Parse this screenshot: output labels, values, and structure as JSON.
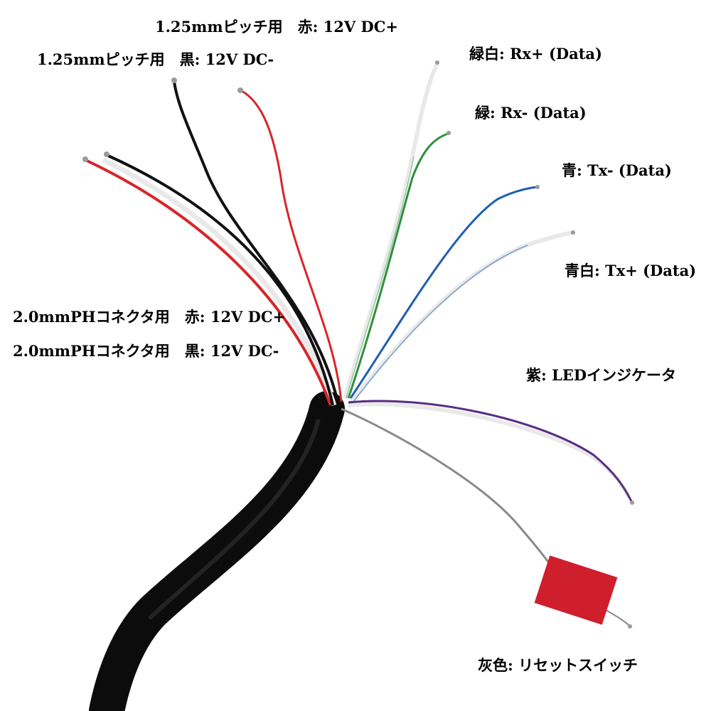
{
  "labels": {
    "pitch125_red": "1.25mmピッチ用　赤: 12V DC+",
    "pitch125_black": "1.25mmピッチ用　黒: 12V DC-",
    "green_white": "緑白: Rx+ (Data)",
    "green": "緑: Rx- (Data)",
    "blue": "青: Tx- (Data)",
    "blue_white": "青白: Tx+ (Data)",
    "ph20_red": "2.0mmPHコネクタ用　赤: 12V DC+",
    "ph20_black": "2.0mmPHコネクタ用　黒: 12V DC-",
    "purple": "紫: LEDインジケータ",
    "gray": "灰色: リセットスイッチ"
  },
  "wire_colors": {
    "red": "#d7262a",
    "black": "#111111",
    "white": "#e9e9e9",
    "green": "#2f8f3a",
    "blue": "#1f5fb0",
    "light_blue": "#5b8cc8",
    "purple": "#5a2d82",
    "gray": "#8a8a8a",
    "cable": "#0c0c0c",
    "tag": "#cf1f2c"
  }
}
